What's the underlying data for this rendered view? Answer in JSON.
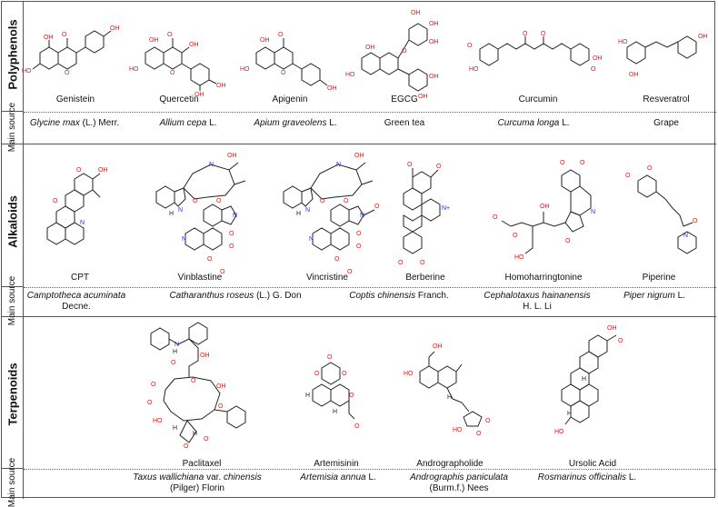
{
  "sections": {
    "polyphenols": {
      "label": "Polyphenols",
      "source_label": "Main source",
      "compounds": [
        {
          "name": "Genistein",
          "source_italic": "Glycine max",
          "source_plain": " (L.) Merr."
        },
        {
          "name": "Quercetin",
          "source_italic": "Allium cepa",
          "source_plain": " L."
        },
        {
          "name": "Apigenin",
          "source_italic": "Apium graveolens",
          "source_plain": " L."
        },
        {
          "name": "EGCG",
          "source_italic": "",
          "source_plain": "Green tea"
        },
        {
          "name": "Curcumin",
          "source_italic": "Curcuma longa",
          "source_plain": " L."
        },
        {
          "name": "Resveratrol",
          "source_italic": "",
          "source_plain": "Grape"
        }
      ]
    },
    "alkaloids": {
      "label": "Alkaloids",
      "source_label": "Main source",
      "compounds": [
        {
          "name": "CPT",
          "source_italic": "Camptotheca acuminata",
          "source_plain": "",
          "source_line2": "Decne."
        },
        {
          "name": "Vinblastine",
          "source_italic": "",
          "source_plain": "",
          "source_line2": ""
        },
        {
          "name": "Vincristine",
          "source_italic": "",
          "source_plain": "",
          "source_line2": ""
        },
        {
          "name": "Berberine",
          "source_italic": "Coptis chinensis",
          "source_plain": " Franch.",
          "source_line2": ""
        },
        {
          "name": "Homoharringtonine",
          "source_italic": "Cephalotaxus hainanensis",
          "source_plain": "",
          "source_line2": "H. L. Li"
        },
        {
          "name": "Piperine",
          "source_italic": "Piper nigrum",
          "source_plain": " L.",
          "source_line2": ""
        }
      ],
      "shared_source": {
        "italic": "Catharanthus roseus",
        "plain": " (L.) G. Don"
      }
    },
    "terpenoids": {
      "label": "Terpenoids",
      "source_label": "Main source",
      "compounds": [
        {
          "name": "Paclitaxel",
          "source_italic": "Taxus wallichiana",
          "source_plain": " var. ",
          "source_italic2": "chinensis",
          "source_line2": "(Pilger) Florin"
        },
        {
          "name": "Artemisinin",
          "source_italic": "Artemisia annua",
          "source_plain": " L.",
          "source_line2": ""
        },
        {
          "name": "Andrographolide",
          "source_italic": "Andrographis paniculata",
          "source_plain": "",
          "source_line2": "(Burm.f.) Nees"
        },
        {
          "name": "Ursolic Acid",
          "source_italic": "Rosmarinus officinalis",
          "source_plain": " L.",
          "source_line2": ""
        }
      ]
    }
  },
  "atom_labels": {
    "oh": "OH",
    "ho": "HO",
    "o": "O",
    "n": "N",
    "nplus": "N+",
    "h": "H"
  },
  "colors": {
    "oxygen": "#d42020",
    "nitrogen": "#2233cc",
    "bond": "#222222",
    "border": "#555555"
  }
}
